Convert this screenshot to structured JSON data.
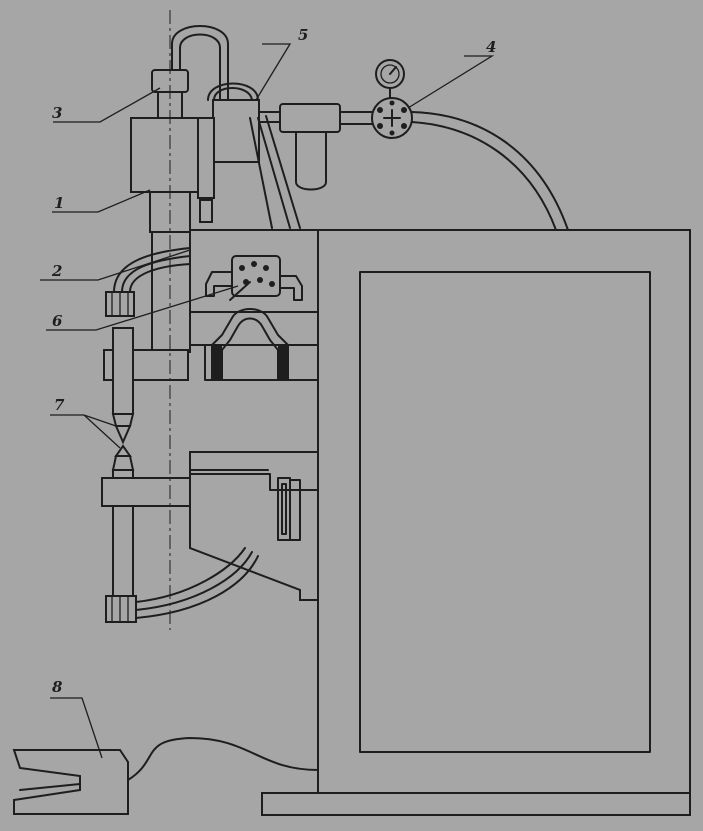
{
  "diagram": {
    "labels": [
      {
        "id": "1",
        "text": "1"
      },
      {
        "id": "2",
        "text": "2"
      },
      {
        "id": "3",
        "text": "3"
      },
      {
        "id": "4",
        "text": "4"
      },
      {
        "id": "5",
        "text": "5"
      },
      {
        "id": "6",
        "text": "6"
      },
      {
        "id": "7",
        "text": "7"
      },
      {
        "id": "8",
        "text": "8"
      }
    ]
  }
}
